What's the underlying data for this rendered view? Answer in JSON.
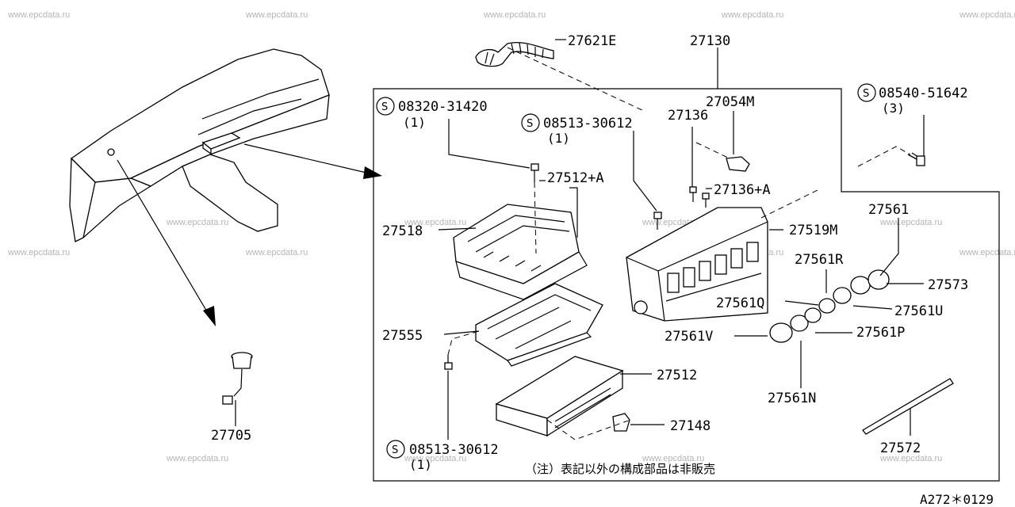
{
  "watermark": "www.epcdata.ru",
  "symbol_letter": "S",
  "labels": {
    "p27621E": "27621E",
    "p27130": "27130",
    "p27054M": "27054M",
    "p08540": "08540-51642",
    "q08540": "(3)",
    "p08320": "08320-31420",
    "q08320": "(1)",
    "p08513a": "08513-30612",
    "q08513a": "(1)",
    "p27136": "27136",
    "p27136A": "27136+A",
    "p27512A": "27512+A",
    "p27518": "27518",
    "p27519M": "27519M",
    "p27561": "27561",
    "p27561R": "27561R",
    "p27573": "27573",
    "p27561Q": "27561Q",
    "p27561U": "27561U",
    "p27561V": "27561V",
    "p27561P": "27561P",
    "p27555": "27555",
    "p27512": "27512",
    "p27561N": "27561N",
    "p27148": "27148",
    "p27705": "27705",
    "p08513b": "08513-30612",
    "q08513b": "(1)",
    "p27572": "27572"
  },
  "note": "（注）表記以外の構成部品は非販売",
  "diagram_code": "A272＊0129"
}
